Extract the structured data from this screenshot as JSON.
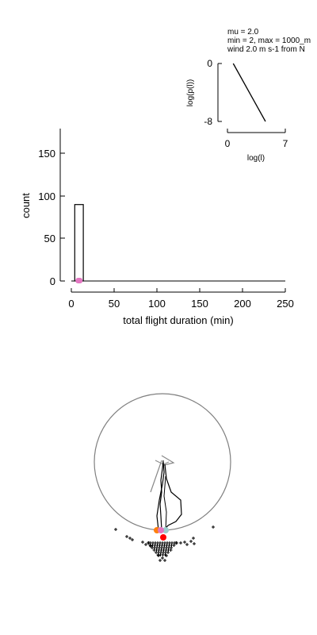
{
  "inset": {
    "lines": [
      "mu = 2.0",
      "min = 2, max = 1000_m",
      "wind 2.0 m s-1 from N"
    ],
    "xlabel": "log(l)",
    "ylabel": "log(p(l))",
    "xticks": [
      "0",
      "7"
    ],
    "yticks": [
      "0",
      "-8"
    ]
  },
  "histogram": {
    "xlabel": "total flight duration (min)",
    "ylabel": "count",
    "xticks": [
      "0",
      "50",
      "100",
      "150",
      "200",
      "250"
    ],
    "yticks": [
      "0",
      "50",
      "100",
      "150"
    ]
  },
  "chart_data": [
    {
      "type": "line",
      "xlabel": "log(l)",
      "ylabel": "log(p(l))",
      "xlim": [
        0,
        7
      ],
      "ylim": [
        -8,
        0
      ],
      "series": [
        {
          "x": [
            0.7,
            4.6
          ],
          "y": [
            0,
            -8
          ]
        }
      ]
    },
    {
      "type": "bar",
      "xlabel": "total flight duration (min)",
      "ylabel": "count",
      "xlim": [
        0,
        250
      ],
      "ylim": [
        -10,
        180
      ],
      "bins": [
        [
          4,
          14
        ]
      ],
      "values": [
        90
      ],
      "marker_color": "#e377c2"
    },
    {
      "type": "scatter",
      "title": "",
      "circle": "gray",
      "colors": {
        "track": "#000000",
        "red_point": "#ff0000",
        "orange_point": "#ff7f0e",
        "cyan_point": "#9bcfcf",
        "pink_point": "#e377c2"
      }
    }
  ]
}
